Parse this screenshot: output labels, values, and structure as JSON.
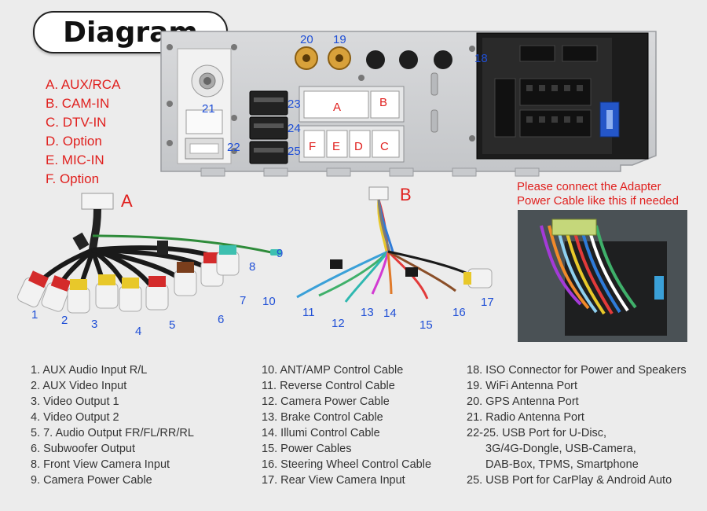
{
  "title": "Diagram",
  "ports": [
    "A. AUX/RCA",
    "B. CAM-IN",
    "C. DTV-IN",
    "D. Option",
    "E. MIC-IN",
    "F. Option"
  ],
  "panel_labels": {
    "n18": "18",
    "n19": "19",
    "n20": "20",
    "n21": "21",
    "n22": "22",
    "n23": "23",
    "n24": "24",
    "n25": "25",
    "conn_a": "A",
    "conn_b": "B",
    "conn_c": "C",
    "conn_d": "D",
    "conn_e": "E",
    "conn_f": "F"
  },
  "harness": {
    "a_label": "A",
    "b_label": "B",
    "numbers": [
      "1",
      "2",
      "3",
      "4",
      "5",
      "6",
      "7",
      "8",
      "9",
      "10",
      "11",
      "12",
      "13",
      "14",
      "15",
      "16",
      "17"
    ]
  },
  "note": {
    "line1": "Please connect the Adapter",
    "line2": "Power Cable like this if needed"
  },
  "legend": {
    "col1": [
      "1. AUX Audio Input R/L",
      "2. AUX Video Input",
      "3. Video Output 1",
      "4. Video Output 2",
      "5. 7. Audio Output FR/FL/RR/RL",
      "6. Subwoofer Output",
      "8. Front View Camera Input",
      "9. Camera Power Cable"
    ],
    "col2": [
      "10. ANT/AMP Control Cable",
      "11. Reverse Control Cable",
      "12. Camera Power Cable",
      "13. Brake Control Cable",
      "14. Illumi Control Cable",
      "15. Power Cables",
      "16. Steering Wheel Control Cable",
      "17. Rear View Camera Input"
    ],
    "col3": [
      "18. ISO Connector for Power and Speakers",
      "19. WiFi Antenna Port",
      "20. GPS Antenna Port",
      "21. Radio Antenna Port",
      "22-25. USB Port for U-Disc,",
      "3G/4G-Dongle, USB-Camera,",
      "DAB-Box, TPMS, Smartphone",
      "25. USB Port  for CarPlay &  Android Auto"
    ]
  },
  "colors": {
    "accent_red": "#e0201e",
    "number_blue": "#1f4fd6",
    "text_gray": "#333333"
  }
}
